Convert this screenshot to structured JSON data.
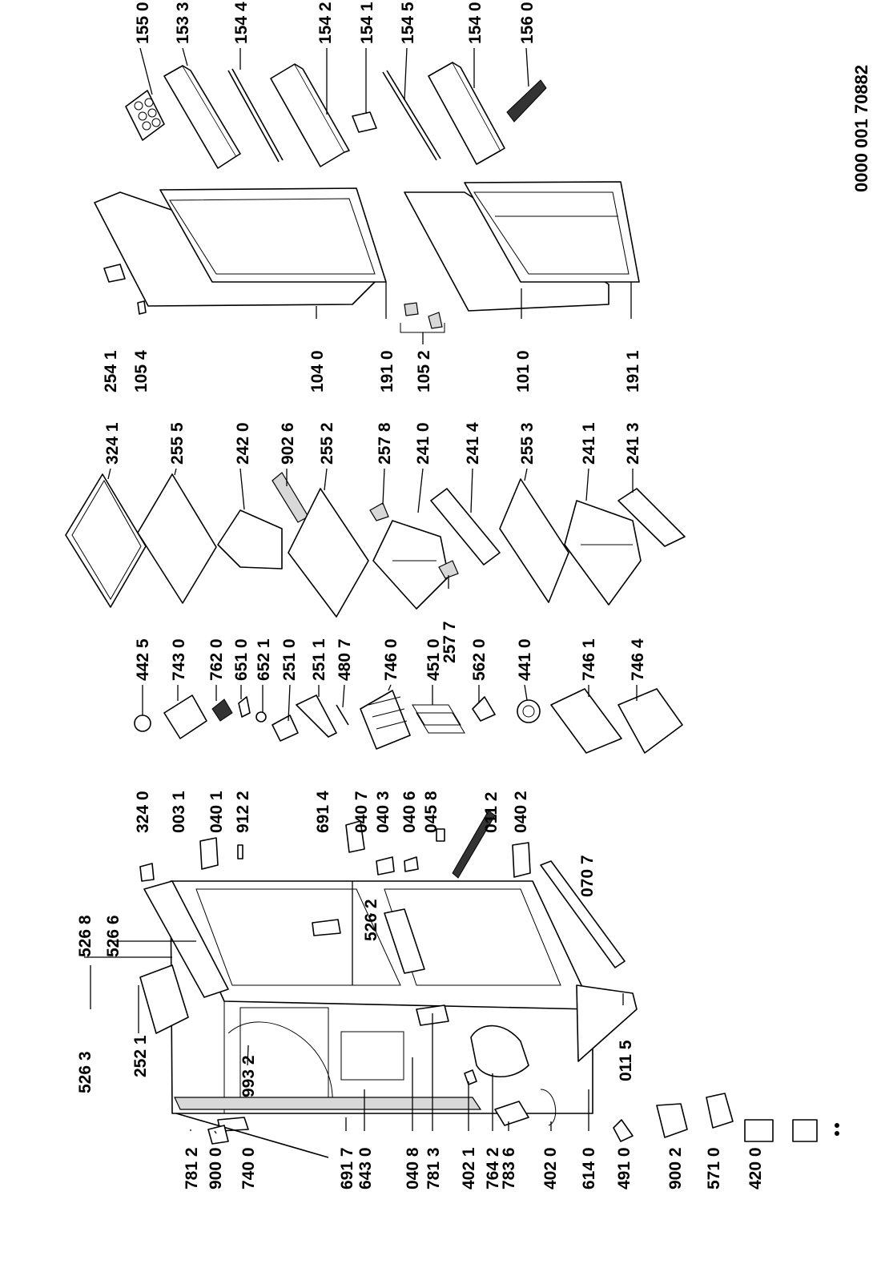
{
  "document_number": "0000 001 70882",
  "labels": [
    "155 0",
    "153 3",
    "154 4",
    "154 2",
    "154 1",
    "154 5",
    "154 0",
    "156 0",
    "254 1",
    "105 4",
    "104 0",
    "191 0",
    "105 2",
    "101 0",
    "191 1",
    "324 1",
    "255 5",
    "242 0",
    "902 6",
    "255 2",
    "257 8",
    "241 0",
    "241 4",
    "255 3",
    "241 1",
    "241 3",
    "257 7",
    "442 5",
    "743 0",
    "762 0",
    "651 0",
    "652 1",
    "251 0",
    "251 1",
    "480 7",
    "746 0",
    "451 0",
    "562 0",
    "441 0",
    "746 1",
    "746 4",
    "324 0",
    "003 1",
    "040 1",
    "912 2",
    "691 4",
    "040 7",
    "040 3",
    "040 6",
    "045 8",
    "011 2",
    "040 2",
    "070 7",
    "526 8",
    "526 6",
    "526 3",
    "252 1",
    "526 2",
    "993 2",
    "011 5",
    "781 2",
    "900 0",
    "740 0",
    "691 7",
    "643 0",
    "040 8",
    "781 3",
    "402 1",
    "764 2",
    "783 6",
    "402 0",
    "614 0",
    "491 0",
    "900 2",
    "571 0",
    "420 0"
  ]
}
